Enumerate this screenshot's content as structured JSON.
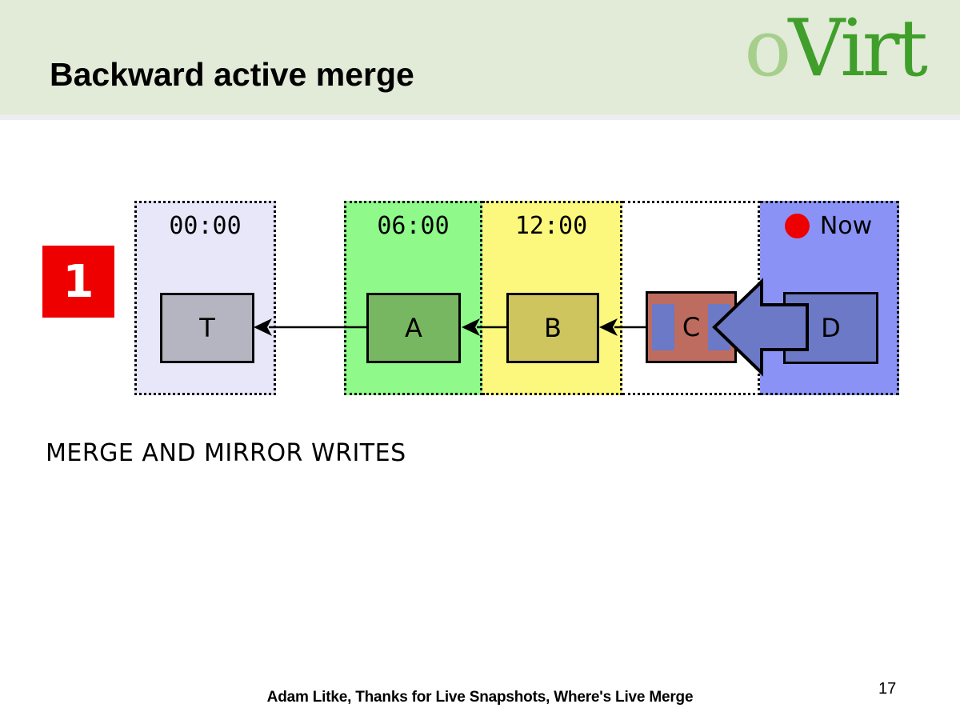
{
  "slide": {
    "title": "Backward active merge",
    "caption": "MERGE AND MIRROR WRITES",
    "footer_credit": "Adam Litke, Thanks for Live Snapshots, Where's Live Merge",
    "page_number": "17",
    "step_badge": "1",
    "header_bg": "#e2ead8",
    "badge_bg": "#ee0000"
  },
  "logo": {
    "prefix": "o",
    "suffix": "Virt",
    "prefix_color": "#a6cf8c",
    "suffix_color": "#3f9f2a"
  },
  "timeline": {
    "sections": [
      {
        "time_label": "00:00",
        "bg": "#e7e7f9",
        "box_label": "T",
        "box_bg": "#b5b5c1"
      },
      {
        "time_label": "06:00",
        "bg": "#8ff98a",
        "box_label": "A",
        "box_bg": "#77b761"
      },
      {
        "time_label": "12:00",
        "bg": "#fbf87d",
        "box_label": "B",
        "box_bg": "#cfc55e"
      },
      {
        "time_label": "",
        "bg": "#ffffff",
        "box_label": "C",
        "box_bg": "#bf6c60"
      },
      {
        "time_label": "Now",
        "bg": "#8a93f5",
        "box_label": "D",
        "box_bg": "#6b79c6"
      }
    ],
    "now_label": "Now",
    "now_dot_color": "#ee0000",
    "merge_arrow_color": "#6b79c6",
    "line_color": "#000000"
  }
}
